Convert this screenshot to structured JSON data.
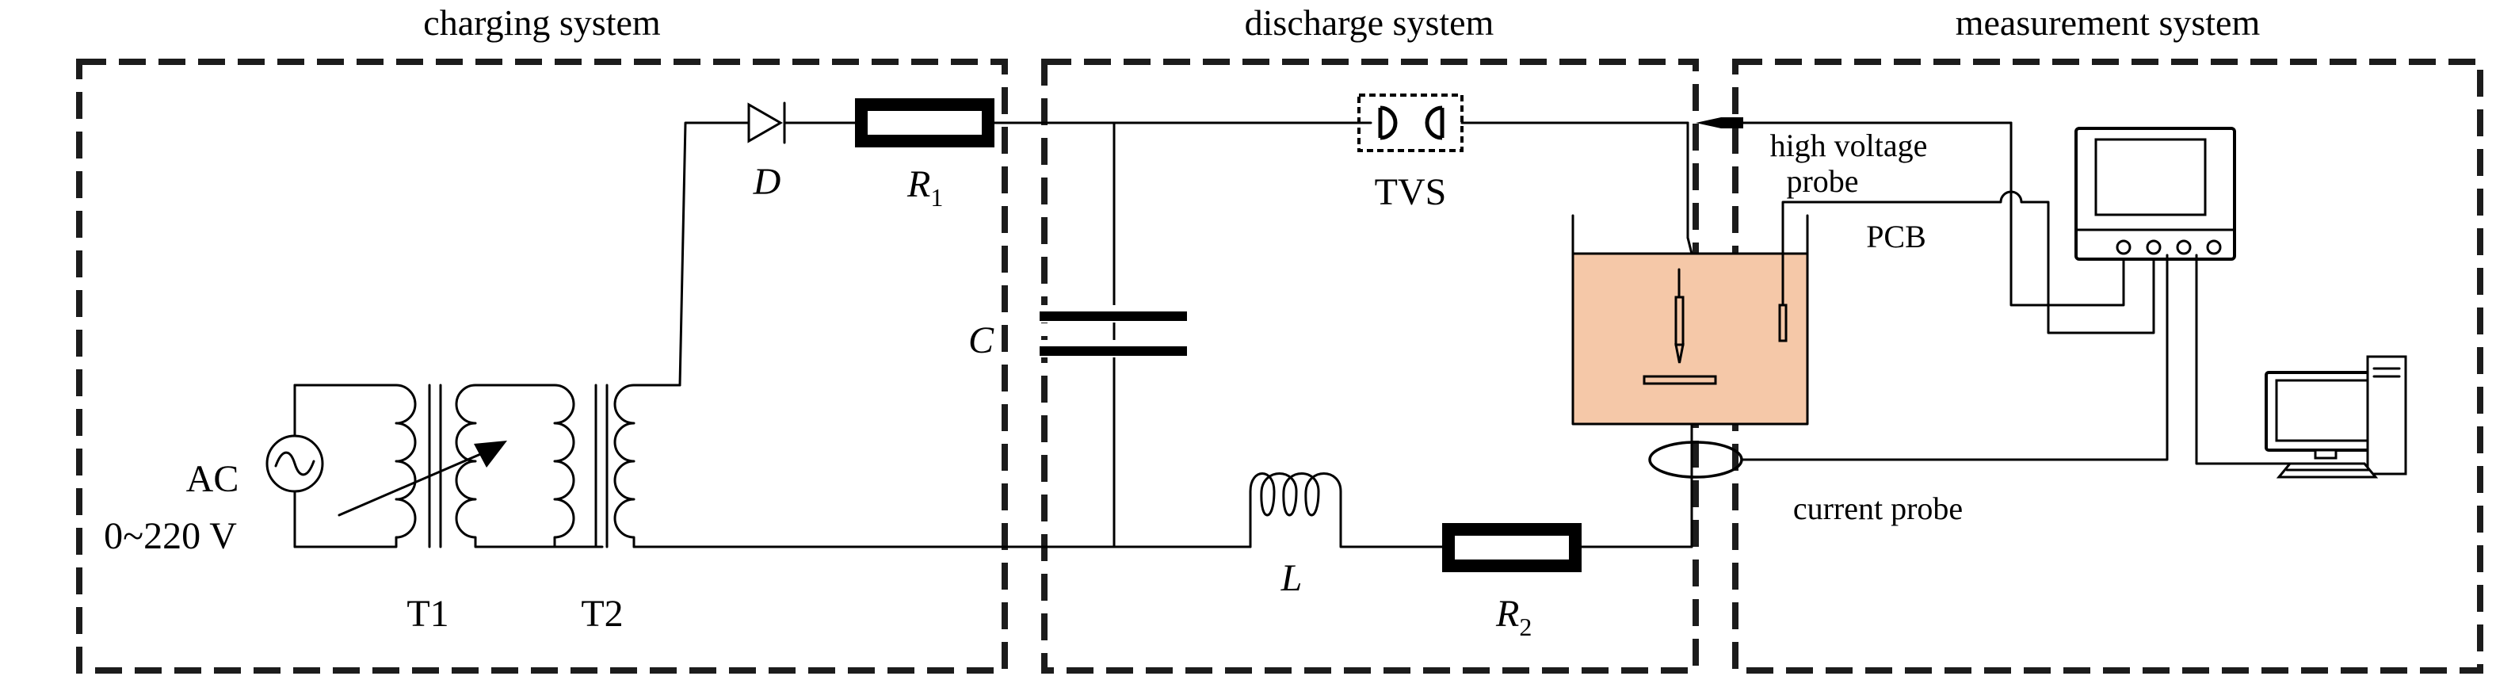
{
  "sections": {
    "charging": "charging system",
    "discharge": "discharge system",
    "measurement": "measurement system"
  },
  "components": {
    "ac_label": "AC",
    "ac_range": "0~220 V",
    "t1": "T1",
    "t2": "T2",
    "diode": "D",
    "r1_main": "R",
    "r1_sub": "1",
    "capacitor": "C",
    "tvs": "TVS",
    "inductor": "L",
    "r2_main": "R",
    "r2_sub": "2"
  },
  "measurement": {
    "hv_probe_line1": "high voltage",
    "hv_probe_line2": "probe",
    "pcb": "PCB",
    "current_probe": "current probe"
  },
  "colors": {
    "cell_fill": "#f5c8a8",
    "line": "#000000",
    "box_dash": "#1c1c1c"
  }
}
